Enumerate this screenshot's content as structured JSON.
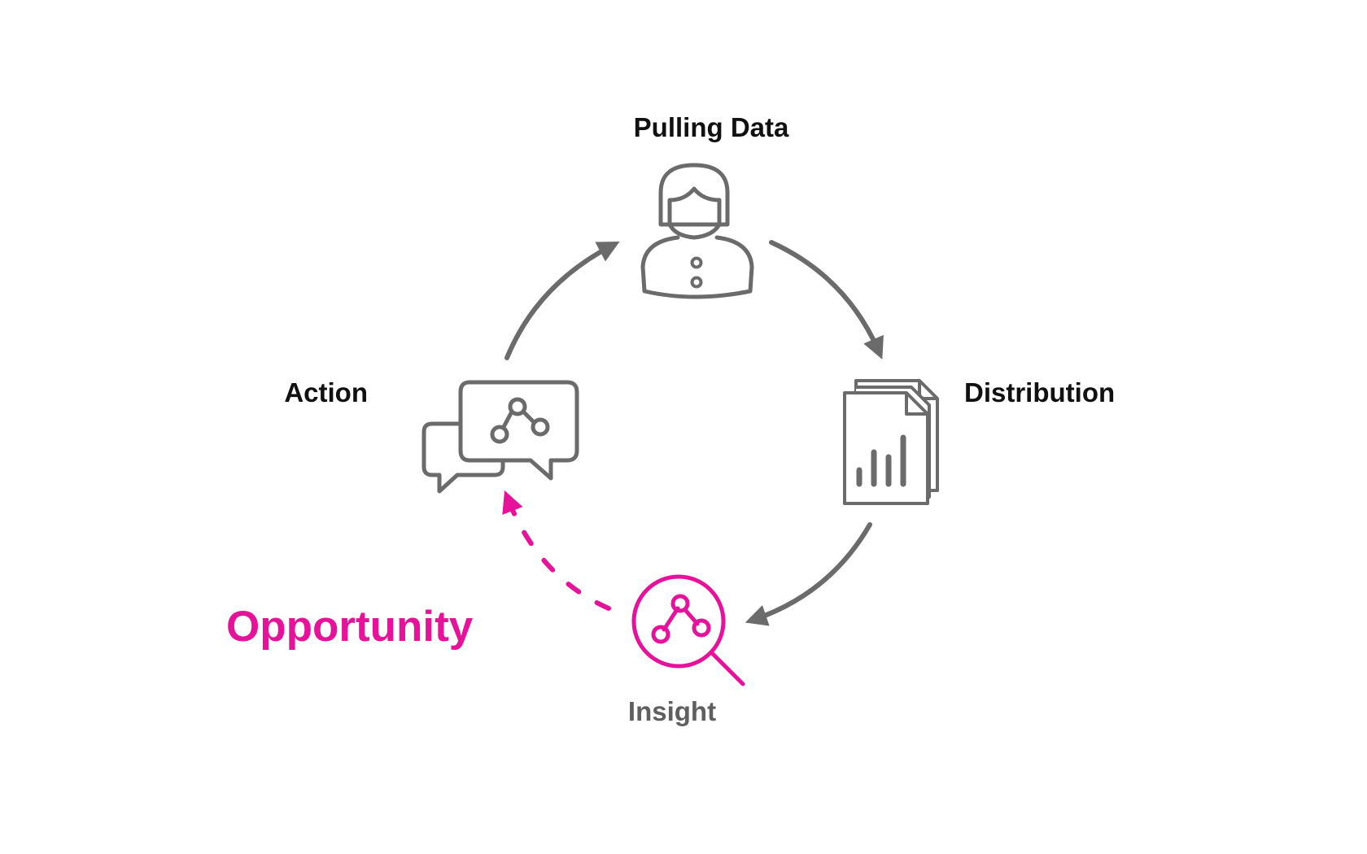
{
  "colors": {
    "stroke": "#6b6b6b",
    "text_dark": "#111111",
    "text_muted": "#5f5f5f",
    "accent": "#e6139a",
    "background": "#ffffff"
  },
  "nodes": {
    "pulling_data": {
      "label": "Pulling Data",
      "icon": "person-icon"
    },
    "distribution": {
      "label": "Distribution",
      "icon": "report-documents-icon"
    },
    "insight": {
      "label": "Insight",
      "icon": "magnifier-graph-icon"
    },
    "action": {
      "label": "Action",
      "icon": "chat-bubbles-graph-icon"
    }
  },
  "callout": {
    "label": "Opportunity"
  }
}
